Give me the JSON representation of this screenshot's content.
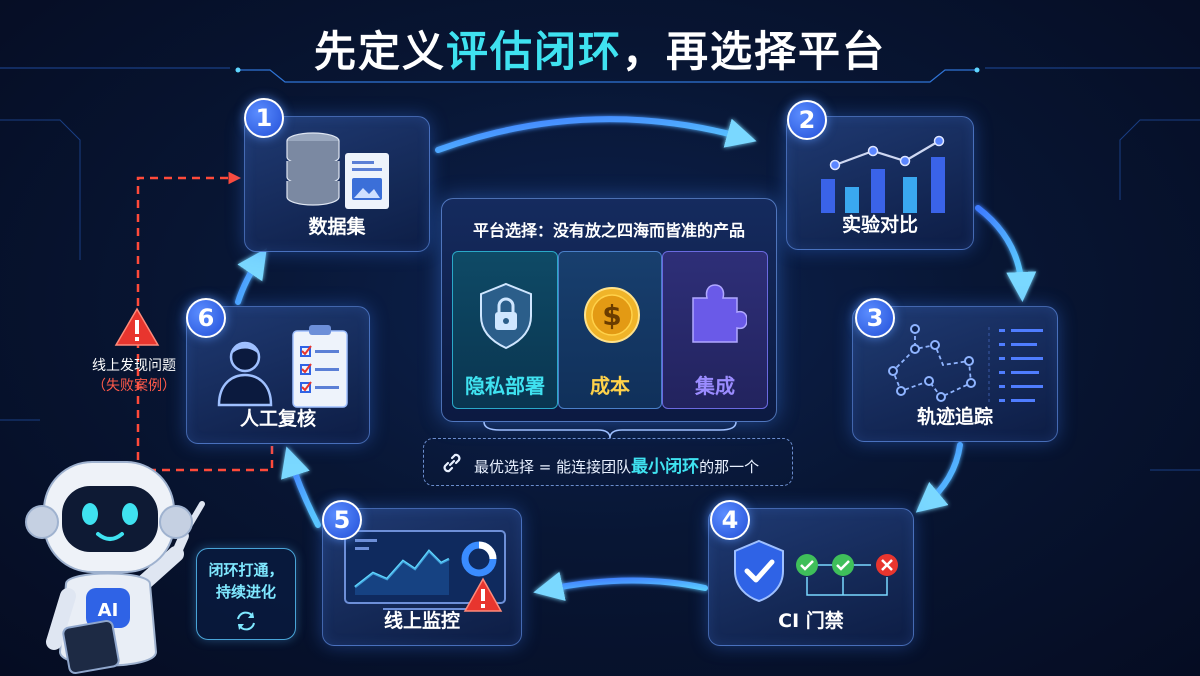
{
  "title": {
    "part1": "先定义",
    "accent": "评估闭环",
    "part2": "，再选择平台"
  },
  "steps": [
    {
      "number": "1",
      "label": "数据集"
    },
    {
      "number": "2",
      "label": "实验对比"
    },
    {
      "number": "3",
      "label": "轨迹追踪"
    },
    {
      "number": "4",
      "label": "CI 门禁"
    },
    {
      "number": "5",
      "label": "线上监控"
    },
    {
      "number": "6",
      "label": "人工复核"
    }
  ],
  "platform": {
    "title": "平台选择：没有放之四海而皆准的产品",
    "criteria": [
      {
        "label": "隐私部署",
        "color": "#3fe2f0"
      },
      {
        "label": "成本",
        "color": "#ffd24a"
      },
      {
        "label": "集成",
        "color": "#9b8cff"
      }
    ],
    "best_choice": {
      "prefix": "最优选择 = 能连接团队",
      "highlight": "最小闭环",
      "suffix": "的那一个"
    }
  },
  "feedback": {
    "line1": "线上发现问题",
    "line2": "（失败案例）"
  },
  "robot": {
    "badge": "AI",
    "bubble_line1": "闭环打通，",
    "bubble_line2": "持续进化"
  },
  "colors": {
    "accent": "#3fe2f0",
    "step_badge": "#2f63e6",
    "warning": "#e8352e",
    "success": "#3fbf5a"
  }
}
